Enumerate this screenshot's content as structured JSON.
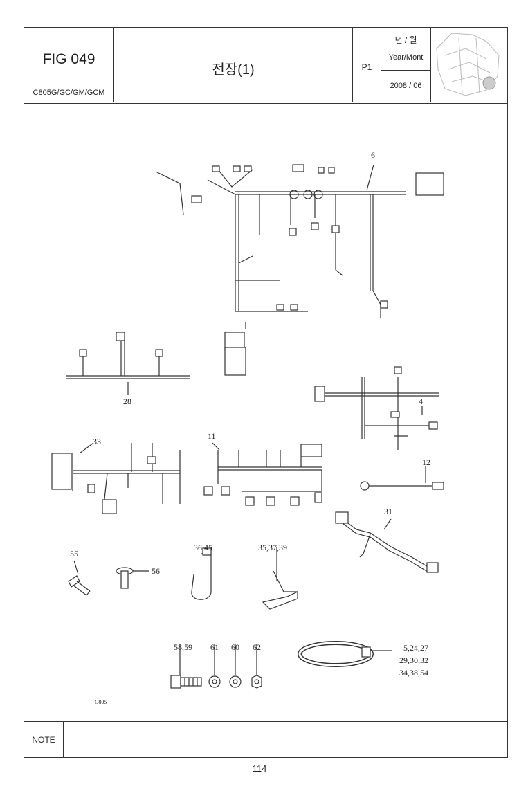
{
  "header": {
    "fig_no": "FIG 049",
    "model": "C805G/GC/GM/GCM",
    "title": "전장(1)",
    "page": "P1",
    "year_kr": "년 / 월",
    "year_en": "Year/Mont",
    "date": "2008 / 06"
  },
  "callouts": {
    "c6": "6",
    "c4": "4",
    "c28": "28",
    "c33": "33",
    "c11": "11",
    "c12": "12",
    "c31": "31",
    "c55": "55",
    "c56": "56",
    "c3645": "36,45",
    "c353739": "35,37,39",
    "c5859": "58,59",
    "c61": "61",
    "c60": "60",
    "c62": "62",
    "ct1": "5,24,27",
    "ct2": "29,30,32",
    "ct3": "34,38,54",
    "code": "C805"
  },
  "note_label": "NOTE",
  "page_number": "114"
}
